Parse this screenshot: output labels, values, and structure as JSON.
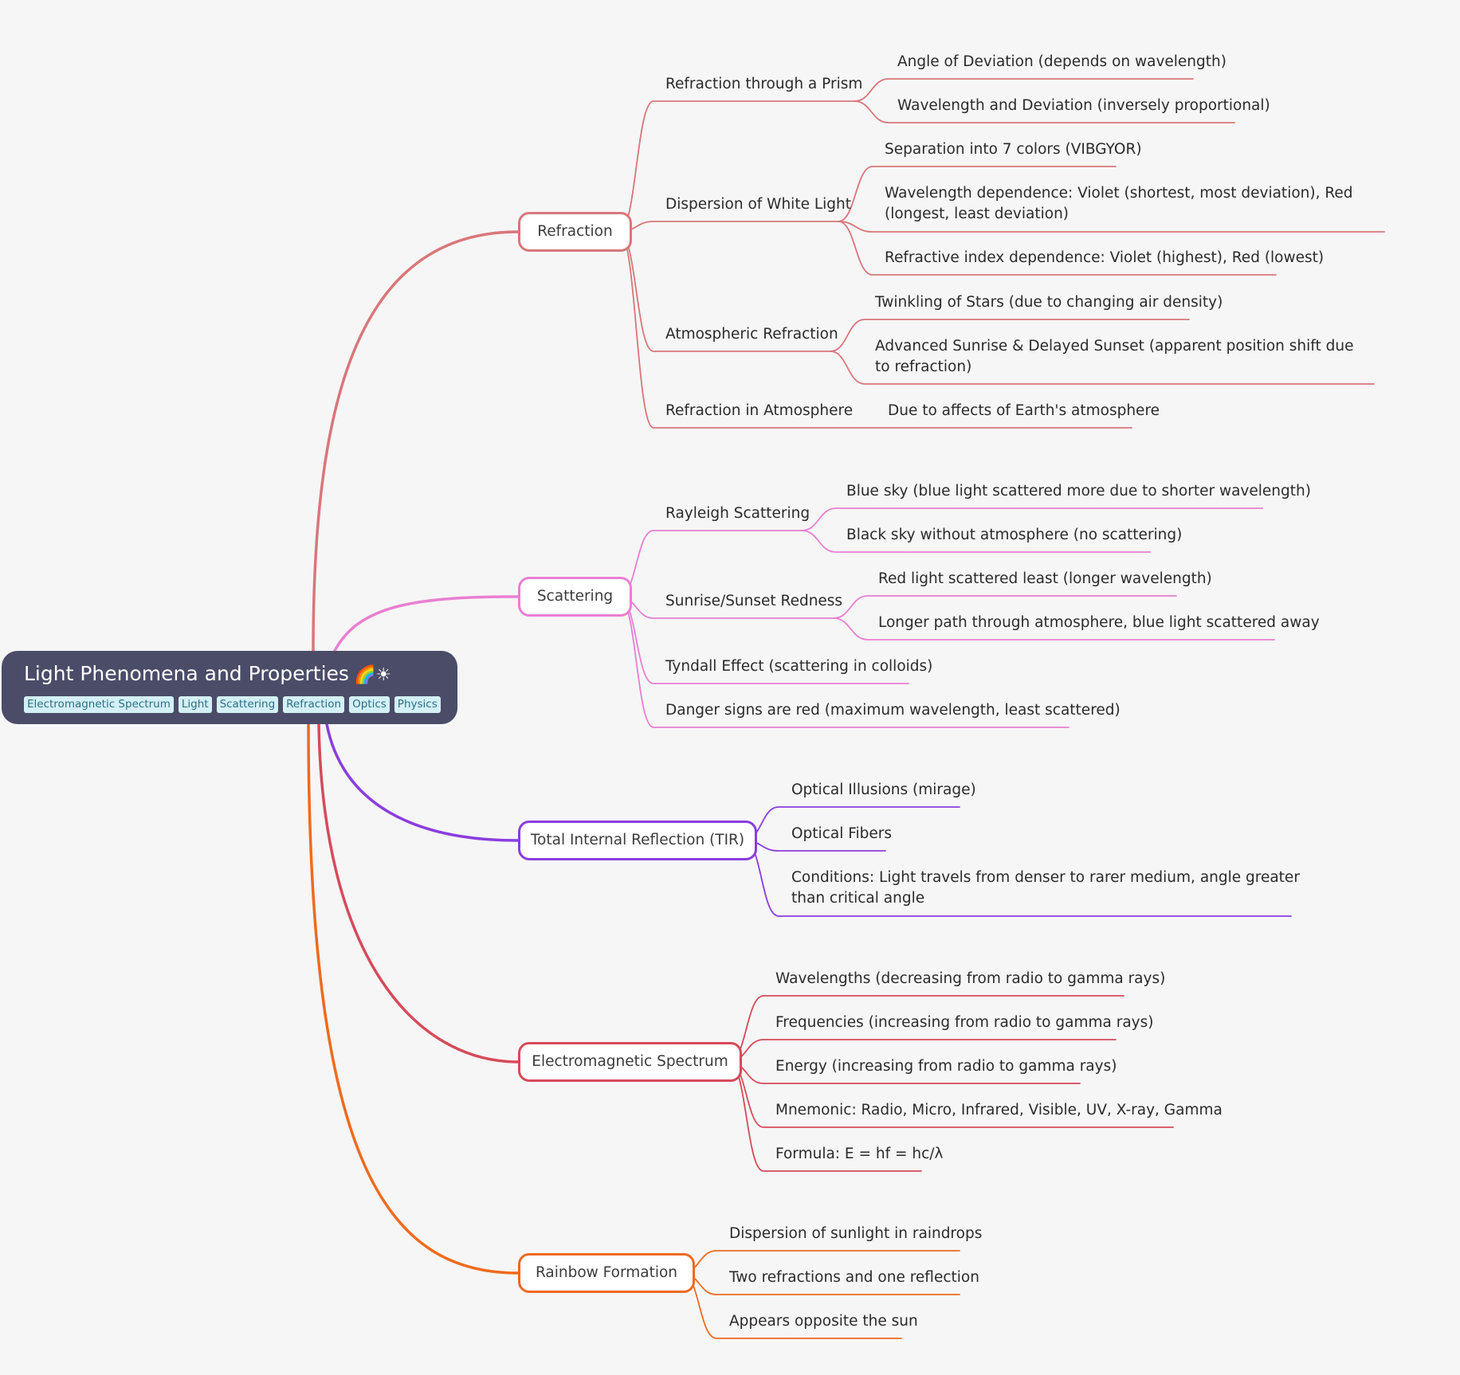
{
  "root": {
    "title": "Light Phenomena and Properties",
    "emoji": "🌈☀",
    "tags": [
      "Electromagnetic Spectrum",
      "Light",
      "Scattering",
      "Refraction",
      "Optics",
      "Physics"
    ]
  },
  "colors": {
    "refraction": "#d9767a",
    "scattering": "#e97fd2",
    "tir": "#8a3ddf",
    "spectrum": "#d64a5a",
    "rainbow": "#ef6a1e"
  },
  "branches": {
    "refraction": {
      "label": "Refraction",
      "children": [
        {
          "label": "Refraction through a Prism",
          "children": [
            "Angle of Deviation (depends on wavelength)",
            "Wavelength and Deviation (inversely proportional)"
          ]
        },
        {
          "label": "Dispersion of White Light",
          "children": [
            "Separation into 7 colors (VIBGYOR)",
            "Wavelength dependence: Violet (shortest, most deviation), Red (longest, least deviation)",
            "Refractive index dependence: Violet (highest), Red (lowest)"
          ]
        },
        {
          "label": "Atmospheric Refraction",
          "children": [
            "Twinkling of Stars (due to changing air density)",
            "Advanced Sunrise & Delayed Sunset (apparent position shift due to refraction)"
          ]
        },
        {
          "label": "Refraction in Atmosphere",
          "children": [
            "Due to affects of Earth's atmosphere"
          ]
        }
      ]
    },
    "scattering": {
      "label": "Scattering",
      "children": [
        {
          "label": "Rayleigh Scattering",
          "children": [
            "Blue sky (blue light scattered more due to shorter wavelength)",
            "Black sky without atmosphere (no scattering)"
          ]
        },
        {
          "label": "Sunrise/Sunset Redness",
          "children": [
            "Red light scattered least (longer wavelength)",
            "Longer path through atmosphere, blue light scattered away"
          ]
        },
        {
          "label": "Tyndall Effect (scattering in colloids)"
        },
        {
          "label": "Danger signs are red (maximum wavelength, least scattered)"
        }
      ]
    },
    "tir": {
      "label": "Total Internal Reflection (TIR)",
      "children": [
        "Optical Illusions (mirage)",
        "Optical Fibers",
        "Conditions: Light travels from denser to rarer medium, angle greater than critical angle"
      ]
    },
    "spectrum": {
      "label": "Electromagnetic Spectrum",
      "children": [
        "Wavelengths (decreasing from radio to gamma rays)",
        "Frequencies (increasing from radio to gamma rays)",
        "Energy (increasing from radio to gamma rays)",
        "Mnemonic: Radio, Micro, Infrared, Visible, UV, X-ray, Gamma",
        "Formula: E = hf = hc/λ"
      ]
    },
    "rainbow": {
      "label": "Rainbow Formation",
      "children": [
        "Dispersion of sunlight in raindrops",
        "Two refractions and one reflection",
        "Appears opposite the sun"
      ]
    }
  }
}
